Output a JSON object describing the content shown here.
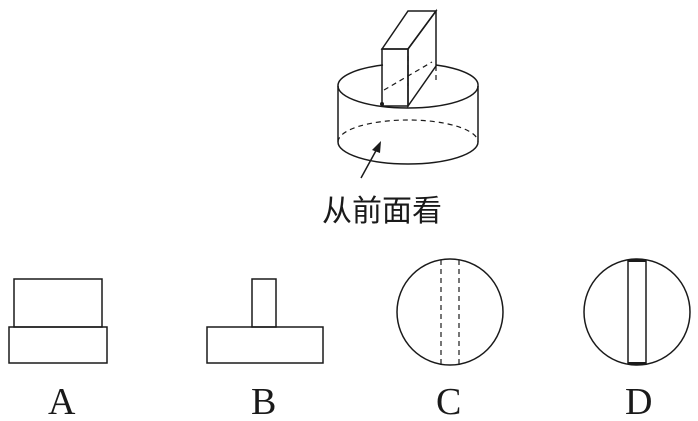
{
  "view_caption": "从前面看",
  "options": [
    {
      "letter": "A"
    },
    {
      "letter": "B"
    },
    {
      "letter": "C"
    },
    {
      "letter": "D"
    }
  ]
}
